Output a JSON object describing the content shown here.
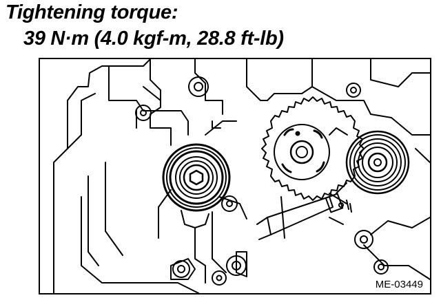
{
  "heading": {
    "title": "Tightening torque:",
    "value": "39 N·m (4.0 kgf-m, 28.8 ft-lb)"
  },
  "figure": {
    "code": "ME-03449",
    "parts": [
      "engine-block-outline",
      "tensioner-pulley",
      "camshaft-sprocket",
      "idler-pulley",
      "tensioner-bolt",
      "hydraulic-tensioner-adjuster"
    ]
  },
  "colors": {
    "ink": "#000000",
    "paper": "#ffffff"
  }
}
